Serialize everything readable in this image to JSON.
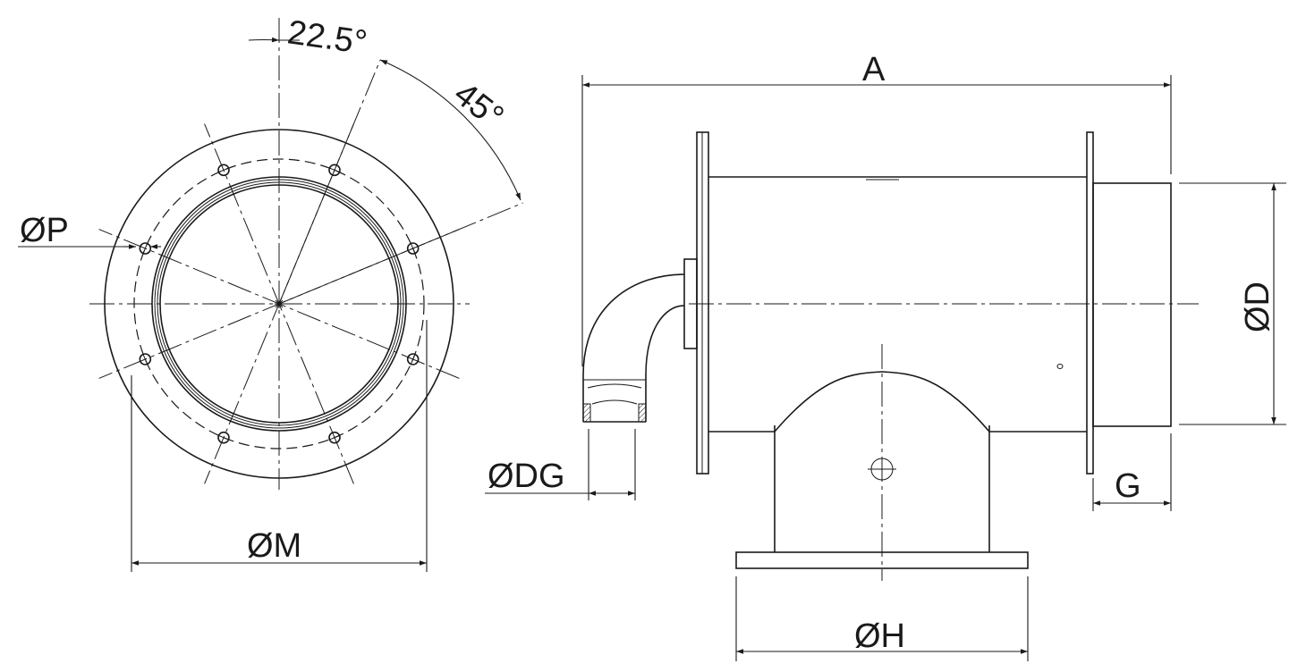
{
  "labels": {
    "angle_small": "22.5°",
    "angle_large": "45°",
    "bolt_hole": "ØP",
    "flange_dia": "ØM",
    "length": "A",
    "outlet_dia": "ØD",
    "drain_dia": "ØDG",
    "spigot_length": "G",
    "inlet_flange_dia": "ØH"
  },
  "colors": {
    "line": "#1a1a1a",
    "background": "#ffffff"
  }
}
